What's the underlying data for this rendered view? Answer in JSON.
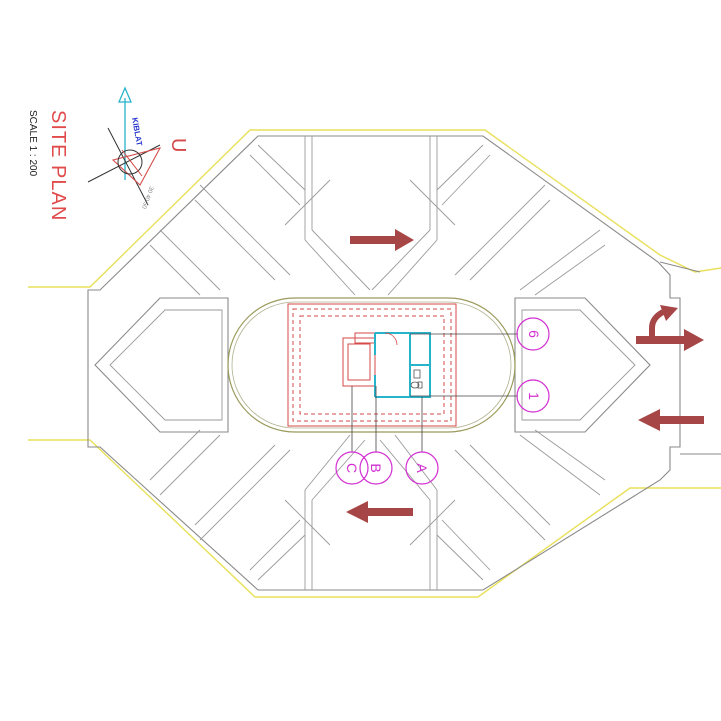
{
  "title": "SITE PLAN",
  "scale": "SCALE 1 : 200",
  "north_label": "KIBLAT",
  "north_letter": "U",
  "compass_marks": "30  40  50",
  "grid_markers": {
    "row_top": "6",
    "row_bottom": "1",
    "col_a": "A",
    "col_b": "B",
    "col_c": "C"
  },
  "colors": {
    "boundary": "#e8e05a",
    "road": "#8a8a8a",
    "building": "#d44a4a",
    "wall": "#27b3c9",
    "marker": "#d22fd2",
    "traffic_arrow": "#a64646",
    "title": "#e14b4b"
  },
  "icons": [
    "north-arrow-icon",
    "compass-icon",
    "traffic-arrow-icon",
    "turn-arrow-icon",
    "toilet-icon"
  ]
}
